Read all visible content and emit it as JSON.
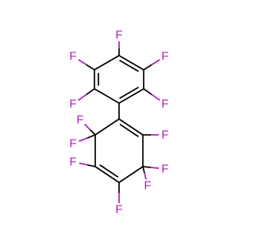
{
  "molecule": {
    "atoms": [
      {
        "id": "f1",
        "symbol": "F"
      },
      {
        "id": "f2",
        "symbol": "F"
      },
      {
        "id": "f3",
        "symbol": "F"
      },
      {
        "id": "f4",
        "symbol": "F"
      },
      {
        "id": "f5",
        "symbol": "F"
      },
      {
        "id": "f6",
        "symbol": "F"
      },
      {
        "id": "f7",
        "symbol": "F"
      },
      {
        "id": "f8",
        "symbol": "F"
      },
      {
        "id": "f9",
        "symbol": "F"
      },
      {
        "id": "f10",
        "symbol": "F"
      },
      {
        "id": "f11",
        "symbol": "F"
      },
      {
        "id": "f12",
        "symbol": "F"
      }
    ]
  },
  "colors": {
    "bond": "#000000",
    "fluorine": "#b11bb6",
    "background": "#ffffff"
  }
}
